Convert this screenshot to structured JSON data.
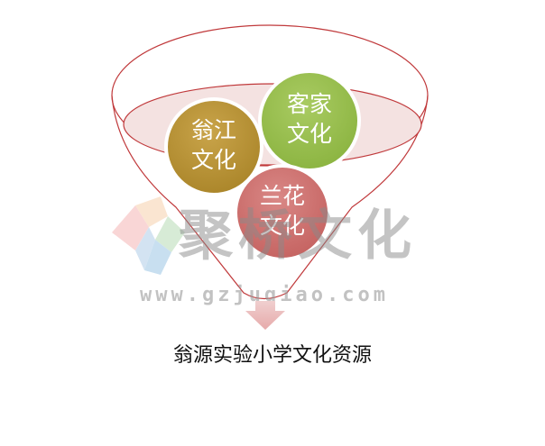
{
  "diagram": {
    "circles": [
      {
        "label_line1": "客家",
        "label_line2": "文化",
        "color": "#8fb845"
      },
      {
        "label_line1": "翁江",
        "label_line2": "文化",
        "color": "#b89235"
      },
      {
        "label_line1": "兰花",
        "label_line2": "文化",
        "color": "#cd7270"
      }
    ],
    "funnel_stroke_color": "#c0393b",
    "funnel_fill_color": "#f3dedd",
    "arrow_color": "#e8b8b8",
    "caption": "翁源实验小学文化资源"
  },
  "watermark": {
    "brand_text": "聚桥文化",
    "url_text": "www.gzjuqiao.com"
  }
}
